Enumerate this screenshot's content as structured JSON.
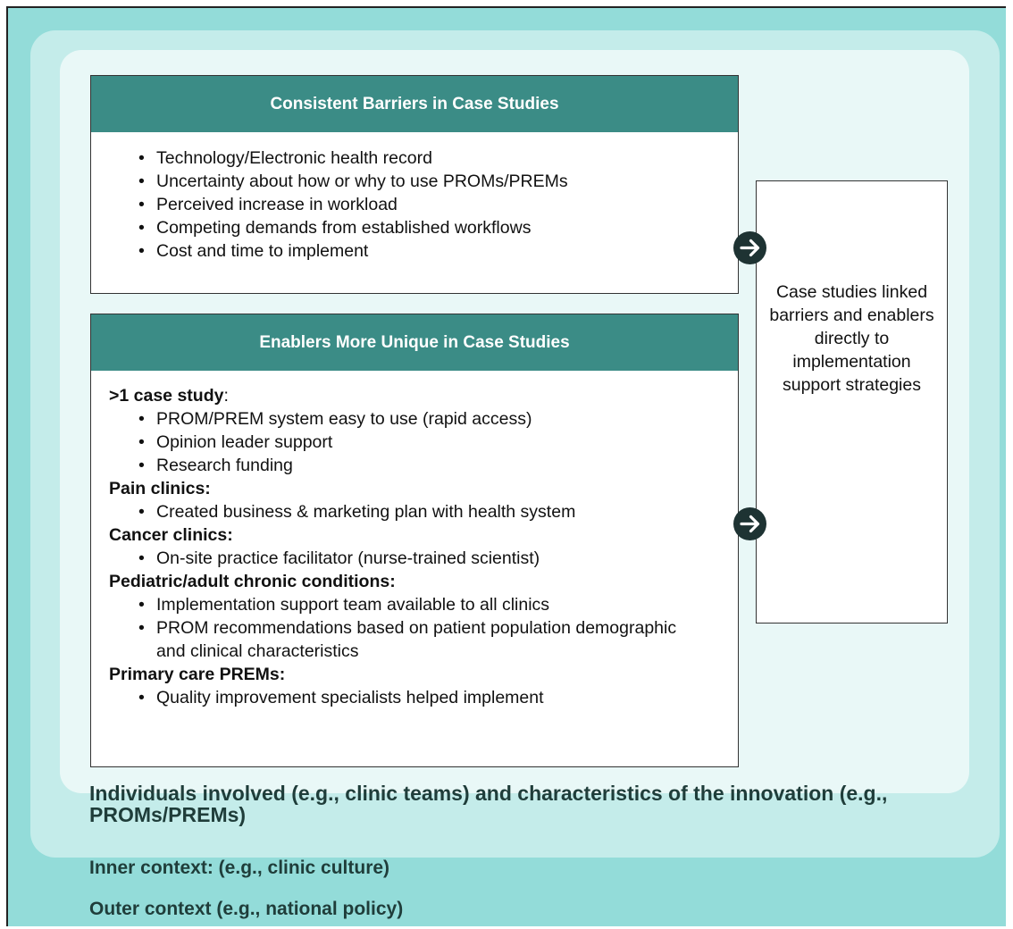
{
  "barriers": {
    "title": "Consistent Barriers in Case Studies",
    "items": [
      "Technology/Electronic health record",
      "Uncertainty about how or why to use PROMs/PREMs",
      "Perceived increase in workload",
      "Competing demands from established workflows",
      "Cost and time to implement"
    ]
  },
  "enablers": {
    "title": "Enablers More Unique in Case Studies",
    "groups": [
      {
        "title": ">1 case study",
        "suffix": ":",
        "items": [
          "PROM/PREM system easy to use (rapid access)",
          "Opinion leader support",
          "Research funding"
        ]
      },
      {
        "title": "Pain clinics:",
        "suffix": "",
        "items": [
          "Created business & marketing plan with health system"
        ]
      },
      {
        "title": "Cancer clinics:",
        "suffix": "",
        "items": [
          "On-site practice facilitator (nurse-trained scientist)"
        ]
      },
      {
        "title": "Pediatric/adult chronic conditions:",
        "suffix": "",
        "items": [
          "Implementation support team available to all clinics",
          "PROM recommendations based on patient population demographic and clinical characteristics"
        ]
      },
      {
        "title": "Primary care PREMs:",
        "suffix": "",
        "items": [
          "Quality improvement specialists helped implement"
        ]
      }
    ]
  },
  "link_box": {
    "text": "Case studies linked barriers and enablers directly to implementation support strategies"
  },
  "contexts": {
    "individuals": "Individuals involved (e.g., clinic teams) and characteristics of the innovation (e.g., PROMs/PREMs)",
    "inner": "Inner context: (e.g., clinic culture)",
    "outer": "Outer context (e.g., national policy)"
  },
  "colors": {
    "outer_bg": "#93dcd9",
    "inner_bg": "#c4ecea",
    "innermost_bg": "#e9f8f7",
    "header_bg": "#3b8c86",
    "arrow_bg": "#1e3333",
    "context_text": "#1f3d3a"
  },
  "icons": {
    "arrow": "arrow-right-circle-icon"
  }
}
